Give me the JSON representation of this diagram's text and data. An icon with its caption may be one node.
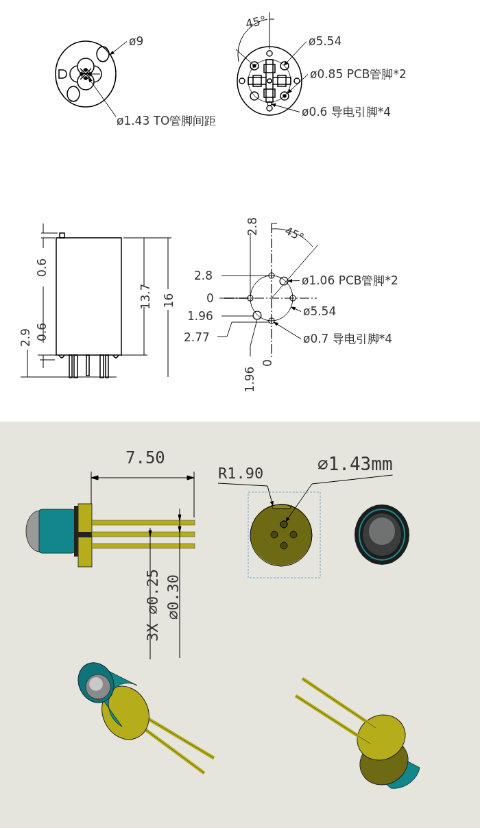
{
  "diagram": {
    "nodes": [
      {
        "text": [
          "ø9"
        ]
      },
      {
        "text": [
          "ø1.43 TO管脚间距"
        ]
      },
      {
        "text": [
          "ø5.54"
        ]
      },
      {
        "text": [
          "ø0.85 PCB管脚*2"
        ]
      },
      {
        "text": [
          "ø0.6 导电引脚*4"
        ]
      },
      {
        "text": [
          "ø1.06 PCB管脚*2"
        ]
      },
      {
        "text": [
          "ø5.54"
        ]
      },
      {
        "text": [
          "ø0.7 导电引脚*4"
        ]
      },
      {
        "text": [
          "R1.90"
        ]
      },
      {
        "text": [
          "⌀1.43mm"
        ]
      },
      {
        "text": [],
        "shape": "circle"
      },
      {
        "text": [],
        "shape": "circle",
        "in": 10
      },
      {
        "text": [],
        "shape": "circle"
      },
      {
        "text": [],
        "shape": "circle"
      },
      {
        "text": [],
        "shape": "circle"
      },
      {
        "text": [],
        "shape": "circle",
        "in": 16
      },
      {
        "text": [],
        "shape": "circle"
      },
      {
        "text": [],
        "shape": "circle"
      },
      {
        "text": [],
        "shape": "circle"
      },
      {
        "text": [],
        "shape": "circle",
        "in": 18
      }
    ],
    "edges": [
      {
        "from": 0,
        "to": 10,
        "arrow": "to"
      },
      {
        "from": 1,
        "to": 11,
        "arrow": "to"
      },
      {
        "from": 2,
        "to": 12,
        "arrow": "to"
      },
      {
        "from": 3,
        "to": 13,
        "arrow": "to"
      },
      {
        "from": 4,
        "to": 14,
        "arrow": "to"
      },
      {
        "from": 5,
        "to": 15,
        "arrow": "to"
      },
      {
        "from": 6,
        "to": 16,
        "arrow": "to"
      },
      {
        "from": 7,
        "to": 17,
        "arrow": "to"
      },
      {
        "from": 8,
        "to": 18,
        "arrow": "to"
      },
      {
        "from": 9,
        "to": 19,
        "arrow": "to"
      }
    ],
    "labels": [
      "45°",
      "2.8",
      "45°",
      "0.6",
      "13.7",
      "16",
      "2.8",
      "0",
      "1.96",
      "0.6",
      "2.9",
      "2.77",
      "1.96",
      "0",
      "7.50",
      "3X ⌀0.25",
      "⌀0.30"
    ]
  }
}
